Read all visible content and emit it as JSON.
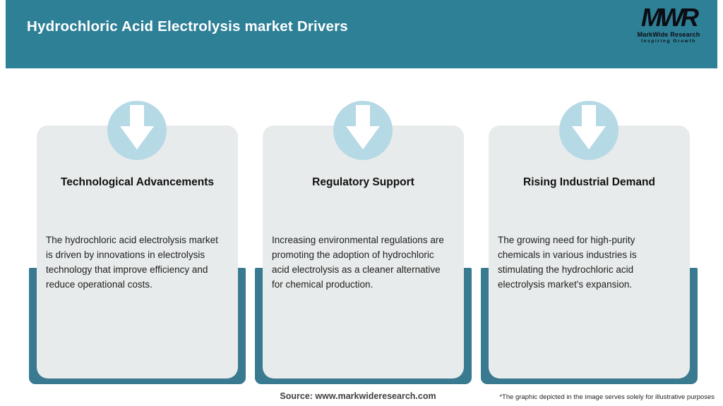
{
  "header": {
    "title": "Hydrochloric Acid Electrolysis market Drivers"
  },
  "logo": {
    "monogram": "MWR",
    "name": "MarkWide Research",
    "tagline": "Inspiring Growth"
  },
  "cards": [
    {
      "icon": "down-arrow-icon",
      "title": "Technological Advancements",
      "body": "The hydrochloric acid electrolysis market is driven by innovations in electrolysis technology that improve efficiency and reduce operational costs."
    },
    {
      "icon": "down-arrow-icon",
      "title": "Regulatory Support",
      "body": "Increasing environmental regulations are promoting the adoption of hydrochloric acid electrolysis as a cleaner alternative for chemical production."
    },
    {
      "icon": "down-arrow-icon",
      "title": "Rising Industrial Demand",
      "body": "The growing need for high-purity chemicals in various industries is stimulating the hydrochloric acid electrolysis market's expansion."
    }
  ],
  "footer": {
    "source": "Source: www.markwideresearch.com",
    "disclaimer": "*The graphic depicted in the image serves solely for illustrative purposes"
  },
  "colors": {
    "header_teal": "#2e8096",
    "pedestal_teal": "#397a90",
    "card_gray": "#e8ebeb",
    "icon_circle_blue": "#b6d9e6",
    "arrow_white": "#ffffff"
  }
}
